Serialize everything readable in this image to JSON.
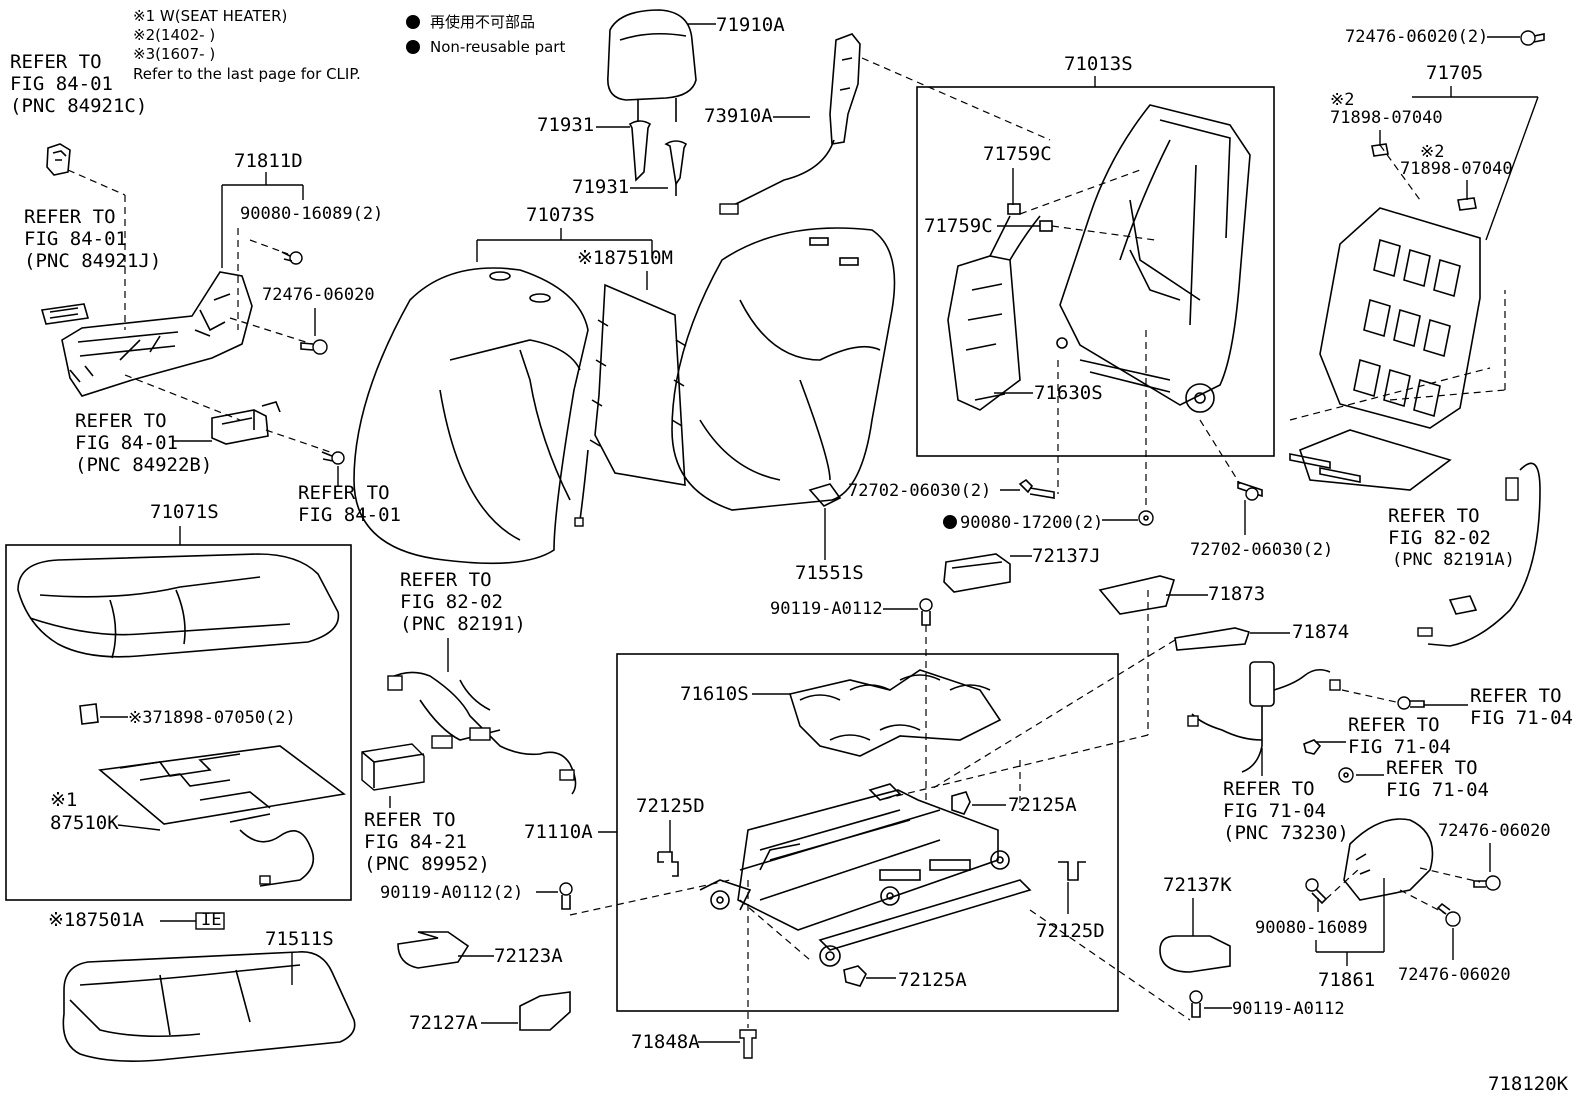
{
  "notes": {
    "n1": "※1 W(SEAT HEATER)",
    "n2": "※2(1402-      )",
    "n3": "※3(1607-      )",
    "n4": "Refer to the last page for CLIP.",
    "legend_jp": "再使用不可部品",
    "legend_en": "Non-reusable part"
  },
  "refs": {
    "r1": [
      "REFER TO",
      "FIG 84-01",
      "(PNC 84921C)"
    ],
    "r2": [
      "REFER TO",
      "FIG 84-01",
      "(PNC 84921J)"
    ],
    "r3": [
      "REFER TO",
      "FIG 84-01",
      "(PNC 84922B)"
    ],
    "r4": [
      "REFER TO",
      "FIG 84-01"
    ],
    "r5": [
      "REFER TO",
      "FIG 82-02",
      "(PNC 82191)"
    ],
    "r6": [
      "REFER TO",
      "FIG 84-21",
      "(PNC 89952)"
    ],
    "r7": [
      "REFER TO",
      "FIG 82-02",
      "(PNC 82191A)"
    ],
    "r8": [
      "REFER TO",
      "FIG 71-04"
    ],
    "r9": [
      "REFER TO",
      "FIG 71-04"
    ],
    "r10": [
      "REFER TO",
      "FIG 71-04"
    ],
    "r11": [
      "REFER TO",
      "FIG 71-04",
      "(PNC 73230)"
    ]
  },
  "parts": {
    "p71910A": "71910A",
    "p71931a": "71931",
    "p71931b": "71931",
    "p73910A": "73910A",
    "p71073S": "71073S",
    "p87510M": "※187510M",
    "p71013S": "71013S",
    "p71759Ca": "71759C",
    "p71759Cb": "71759C",
    "p71630S": "71630S",
    "p72476_2": "72476-06020(2)",
    "p71705": "71705",
    "p71898a": "71898-07040",
    "p71898b": "71898-07040",
    "n2a": "※2",
    "n2b": "※2",
    "p71811D": "71811D",
    "p90080_16089_2": "90080-16089(2)",
    "p72476a": "72476-06020",
    "p71071S": "71071S",
    "p71898_07050": "※371898-07050(2)",
    "p87510K_n": "※1",
    "p87510K": "87510K",
    "p87501A": "※187501A",
    "p71511S": "71511S",
    "p71551S": "71551S",
    "p72702a": "72702-06030(2)",
    "p90080_17200": "90080-17200(2)",
    "p72702b": "72702-06030(2)",
    "p72137J": "72137J",
    "p71873": "71873",
    "p71874": "71874",
    "p90119a": "90119-A0112",
    "p71610S": "71610S",
    "p71110A": "71110A",
    "p72125Da": "72125D",
    "p72125Aa": "72125A",
    "p72125Db": "72125D",
    "p72125Ab": "72125A",
    "p90119_2": "90119-A0112(2)",
    "p72123A": "72123A",
    "p72127A": "72127A",
    "p71848A": "71848A",
    "p72137K": "72137K",
    "p90119b": "90119-A0112",
    "p72476b": "72476-06020",
    "p72476c": "72476-06020",
    "p90080_16089": "90080-16089",
    "p71861": "71861"
  },
  "figure_id": "718120K"
}
